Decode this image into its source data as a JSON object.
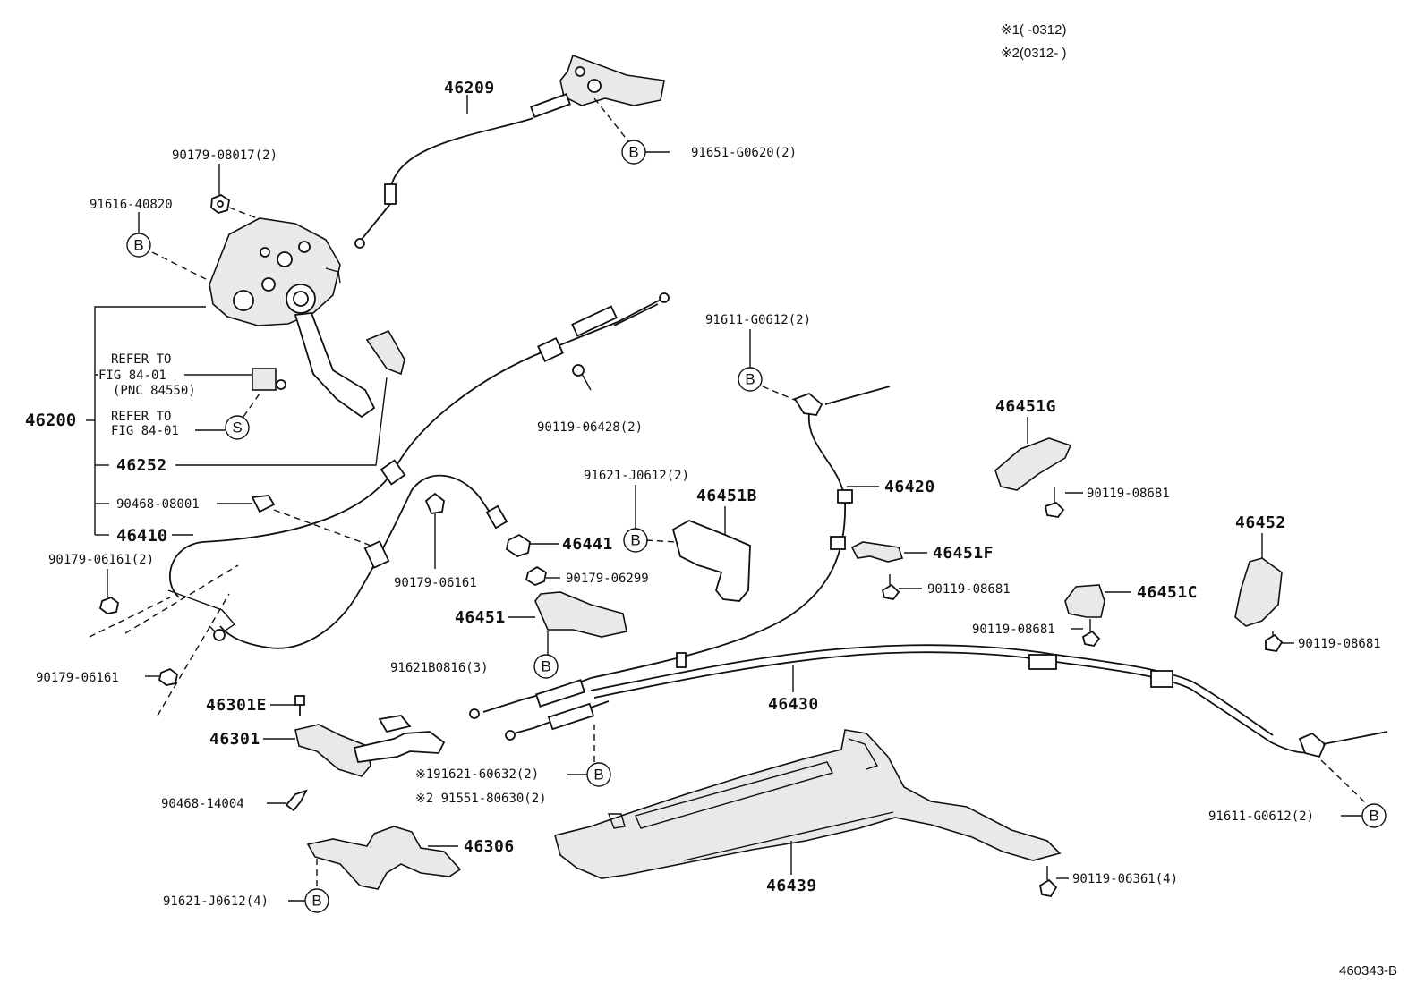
{
  "notes": {
    "n1": "※1(      -0312)",
    "n2": "※2(0312-      )"
  },
  "diagram_code": "460343-B",
  "markers": {
    "bolt": "B",
    "screw": "S"
  },
  "labels": {
    "p46209": "46209",
    "p91651": "91651-G0620(2)",
    "p90179_08017": "90179-08017(2)",
    "p91616": "91616-40820",
    "refer1_l1": "REFER TO",
    "refer1_l2": "FIG 84-01",
    "refer1_l3": "(PNC 84550)",
    "refer2_l1": "REFER TO",
    "refer2_l2": "FIG 84-01",
    "p46200": "46200",
    "p46252": "46252",
    "p90468_08001": "90468-08001",
    "p46410": "46410",
    "p90179_06161_2": "90179-06161(2)",
    "p90179_06161_a": "90179-06161",
    "p90179_06161_b": "90179-06161",
    "p90119_06428": "90119-06428(2)",
    "p91611_top": "91611-G0612(2)",
    "p46420": "46420",
    "p91621_j0612_2": "91621-J0612(2)",
    "p46451B": "46451B",
    "p46441": "46441",
    "p90179_06299": "90179-06299",
    "p46451": "46451",
    "p91621B0816": "91621B0816(3)",
    "p46451G": "46451G",
    "p90119_08681_a": "90119-08681",
    "p46451F": "46451F",
    "p90119_08681_b": "90119-08681",
    "p46452": "46452",
    "p46451C": "46451C",
    "p90119_08681_c": "90119-08681",
    "p90119_08681_d": "90119-08681",
    "p46430": "46430",
    "p46301E": "46301E",
    "p46301": "46301",
    "p91621_60632": "※191621-60632(2)",
    "p91551_80630": "※2 91551-80630(2)",
    "p90468_14004": "90468-14004",
    "p46306": "46306",
    "p91621_j0612_4": "91621-J0612(4)",
    "p46439": "46439",
    "p90119_06361": "90119-06361(4)",
    "p91611_bottom": "91611-G0612(2)"
  }
}
